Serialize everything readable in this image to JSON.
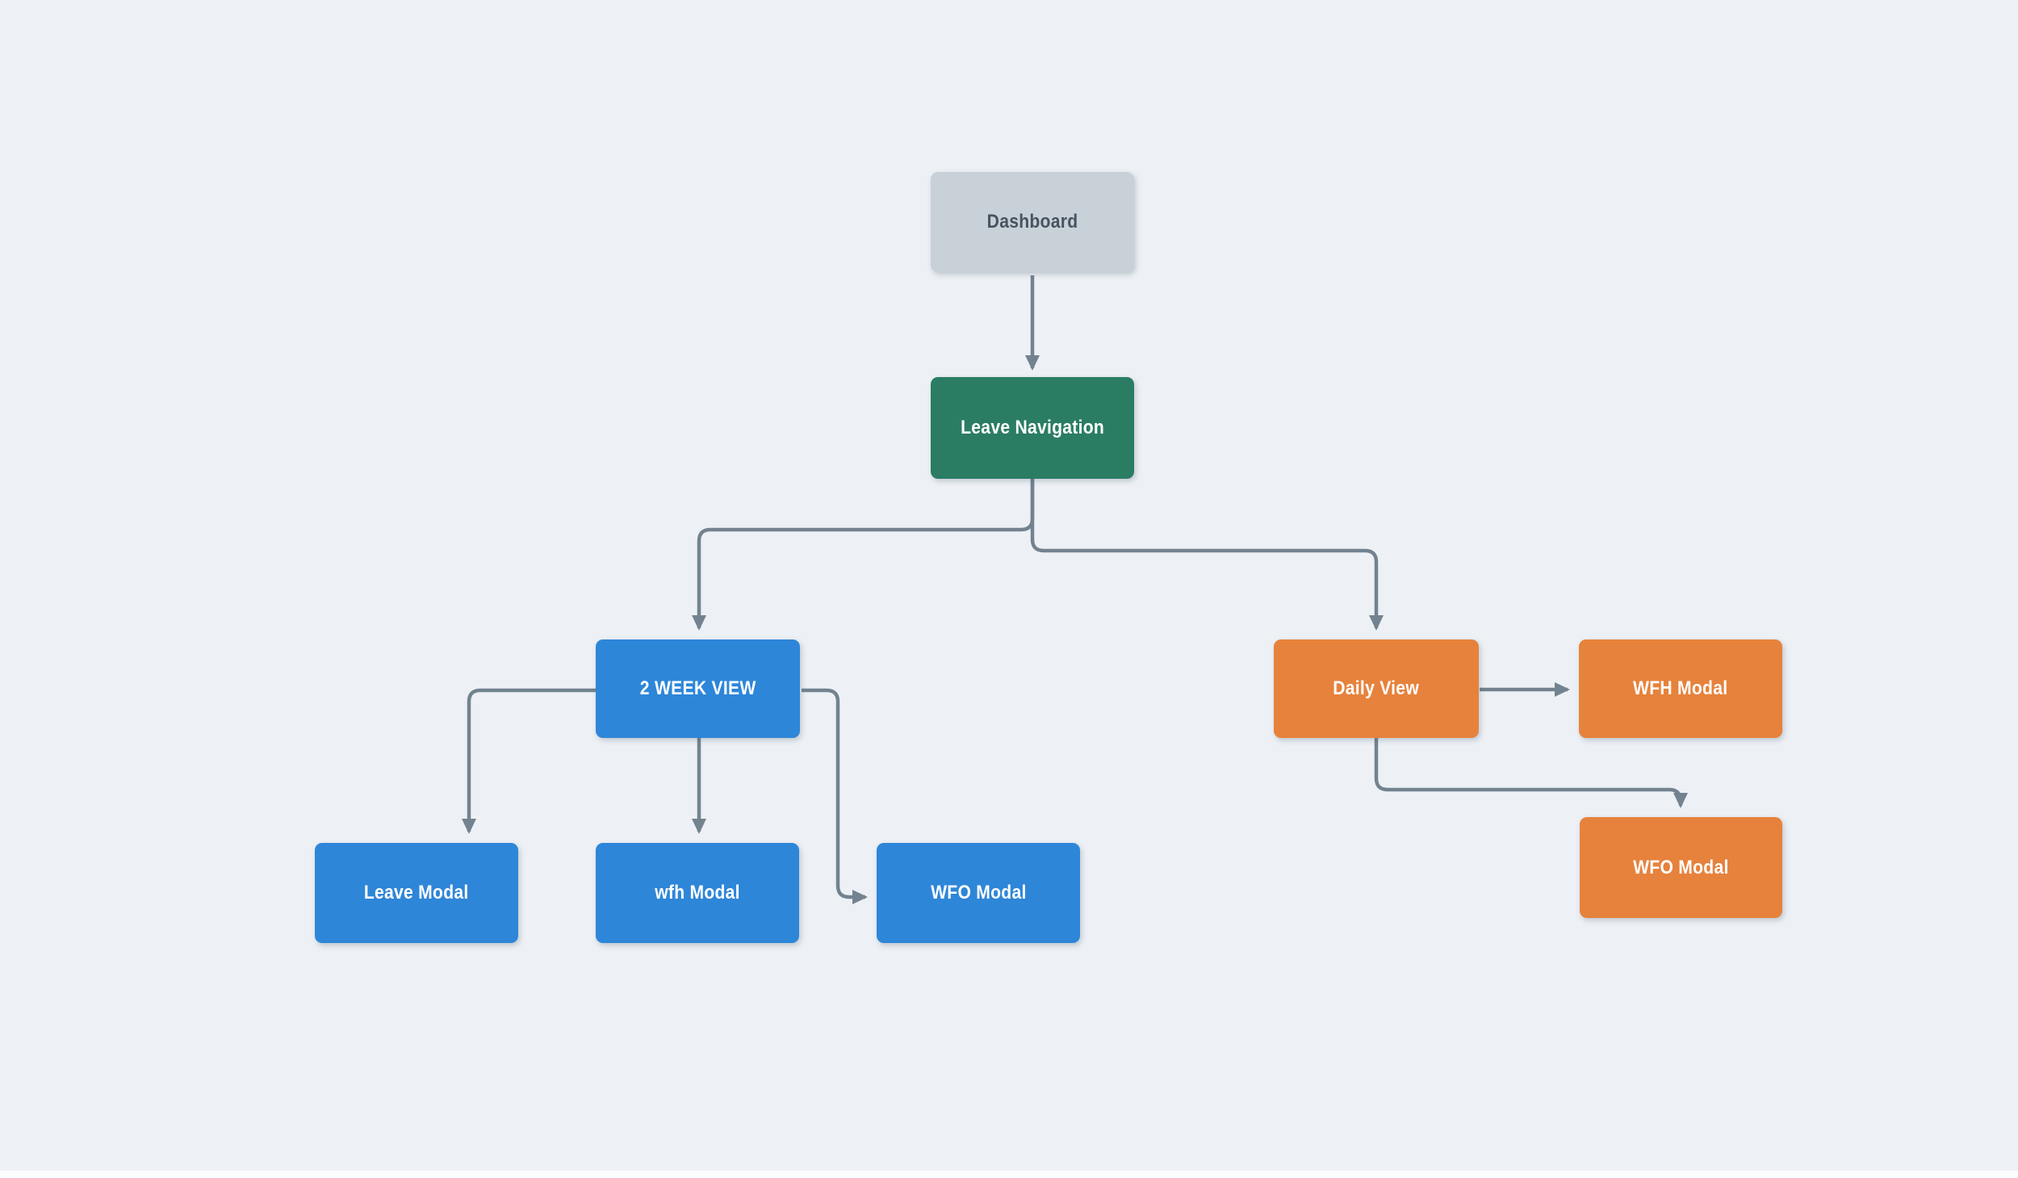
{
  "diagram_type": "flowchart",
  "direction": "top-down",
  "colors": {
    "background": "#edf1f5",
    "connector": "#73828f",
    "node_text": "#ffffff",
    "node_gray": "#c8d1d8",
    "node_gray_text": "#47545f",
    "node_green": "#2a7d63",
    "node_blue": "#2e86d8",
    "node_orange": "#e6823c"
  },
  "nodes": {
    "dashboard": {
      "label": "Dashboard",
      "variant": "gray"
    },
    "leave_navigation": {
      "label": "Leave Navigation",
      "variant": "green"
    },
    "two_week_view": {
      "label": "2 WEEK VIEW",
      "variant": "blue"
    },
    "daily_view": {
      "label": "Daily View",
      "variant": "orange"
    },
    "wfh_modal_daily": {
      "label": "WFH Modal",
      "variant": "orange"
    },
    "leave_modal": {
      "label": "Leave Modal",
      "variant": "blue"
    },
    "wfh_modal_week": {
      "label": "wfh Modal",
      "variant": "blue"
    },
    "wfo_modal_week": {
      "label": "WFO Modal",
      "variant": "blue"
    },
    "wfo_modal_daily": {
      "label": "WFO Modal",
      "variant": "orange"
    }
  },
  "edges": [
    {
      "from": "Dashboard",
      "to": "Leave Navigation",
      "arrow": "down"
    },
    {
      "from": "Leave Navigation",
      "to": "2 WEEK VIEW",
      "arrow": "down"
    },
    {
      "from": "Leave Navigation",
      "to": "Daily View",
      "arrow": "down"
    },
    {
      "from": "2 WEEK VIEW",
      "to": "Leave Modal",
      "arrow": "down"
    },
    {
      "from": "2 WEEK VIEW",
      "to": "wfh Modal",
      "arrow": "down"
    },
    {
      "from": "2 WEEK VIEW",
      "to": "WFO Modal (blue)",
      "arrow": "right"
    },
    {
      "from": "Daily View",
      "to": "WFH Modal",
      "arrow": "right"
    },
    {
      "from": "Daily View",
      "to": "WFO Modal (orange)",
      "arrow": "down"
    }
  ]
}
